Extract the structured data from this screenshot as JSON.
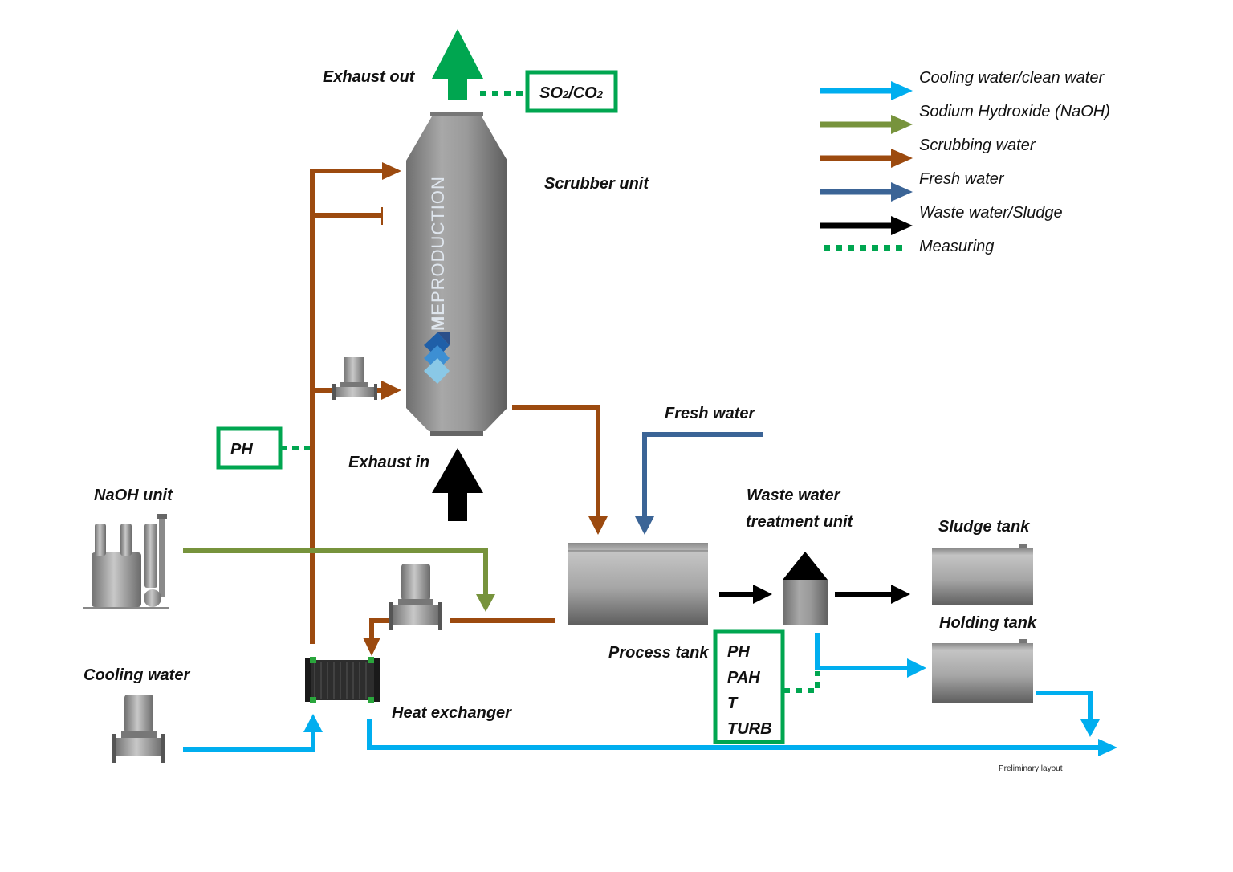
{
  "colors": {
    "cooling": "#00aeef",
    "naoh": "#77933c",
    "scrub": "#9c4a0f",
    "fresh": "#3b6496",
    "waste": "#000000",
    "measuring": "#00a650"
  },
  "labels": {
    "exhaust_out": "Exhaust out",
    "exhaust_in": "Exhaust in",
    "scrubber_unit": "Scrubber unit",
    "fresh_water": "Fresh water",
    "naoh_unit": "NaOH unit",
    "cooling_water": "Cooling water",
    "heat_exchanger": "Heat exchanger",
    "process_tank": "Process tank",
    "wwtu_line1": "Waste water",
    "wwtu_line2": "treatment unit",
    "sludge_tank": "Sludge tank",
    "holding_tank": "Holding tank",
    "preliminary": "Preliminary layout"
  },
  "measurements": {
    "gas": {
      "prefix1": "SO",
      "sub1": "2",
      "mid": "/CO",
      "sub2": "2"
    },
    "ph_box": "PH",
    "water_box": [
      "PH",
      "PAH",
      "T",
      "TURB"
    ]
  },
  "brand": {
    "bold": "ME",
    "rest": "PRODUCTION"
  },
  "legend": [
    {
      "label": "Cooling water/clean water",
      "color_key": "cooling",
      "style": "arrow"
    },
    {
      "label": "Sodium Hydroxide (NaOH)",
      "color_key": "naoh",
      "style": "arrow"
    },
    {
      "label": "Scrubbing water",
      "color_key": "scrub",
      "style": "arrow"
    },
    {
      "label": "Fresh water",
      "color_key": "fresh",
      "style": "arrow"
    },
    {
      "label": "Waste water/Sludge",
      "color_key": "waste",
      "style": "arrow"
    },
    {
      "label": "Measuring",
      "color_key": "measuring",
      "style": "dotted"
    }
  ],
  "icons": [
    "pump-icon",
    "heat-exchanger-icon",
    "naoh-unit-icon",
    "scrubber-icon",
    "tank-icon"
  ]
}
